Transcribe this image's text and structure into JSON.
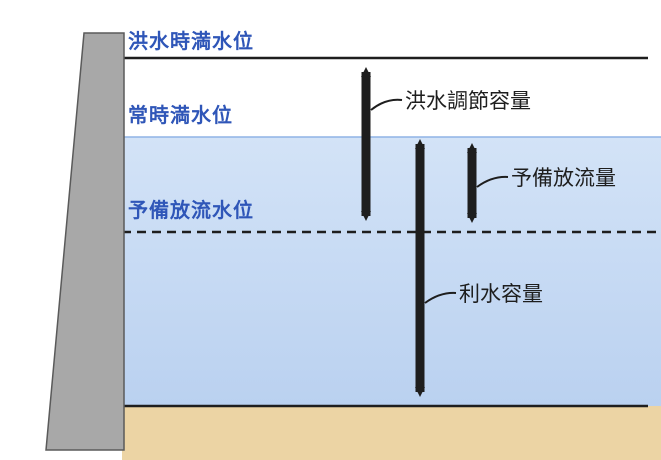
{
  "diagram": {
    "levels": {
      "flood_max": "洪水時満水位",
      "normal_max": "常時満水位",
      "pre_release": "予備放流水位"
    },
    "capacities": {
      "flood_control": "洪水調節容量",
      "pre_release": "予備放流量",
      "water_use": "利水容量"
    }
  },
  "colors": {
    "level_text": "#2f56b8",
    "water_top": "#d3e3f7",
    "water_bottom": "#bad1f0",
    "sediment": "#ecd4a4",
    "dam": "#a8a8a8",
    "line": "#1e1e1e"
  }
}
